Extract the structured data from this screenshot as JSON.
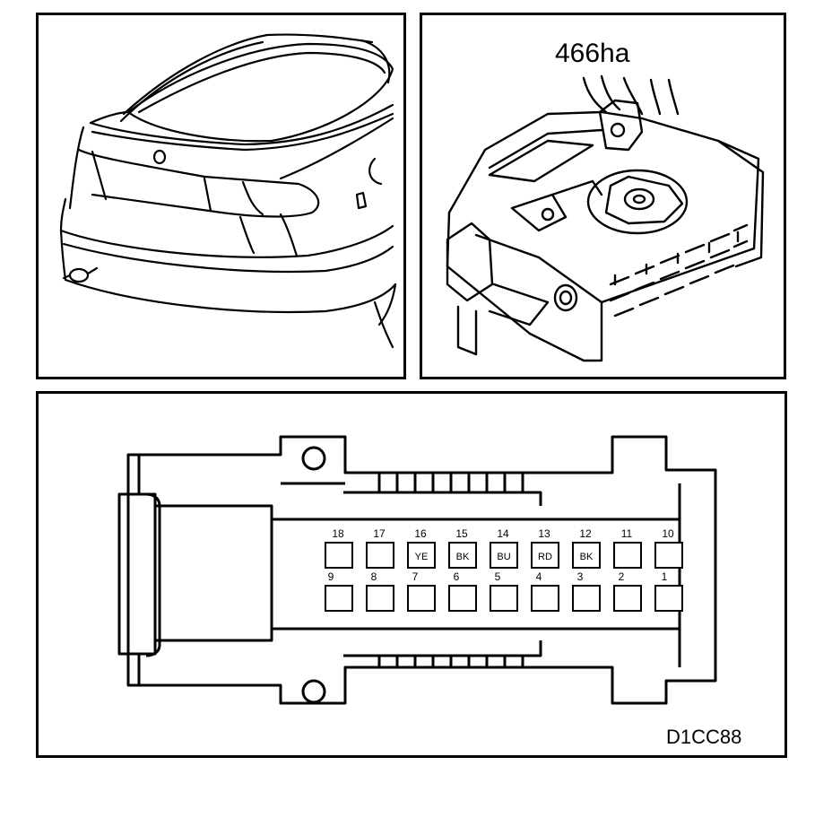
{
  "panels": {
    "car": {
      "name": "rear-of-car"
    },
    "plug": {
      "connector_code": "466ha"
    },
    "pinout": {
      "figure_code": "D1CC88",
      "top_row": [
        {
          "pin": "18",
          "wire": ""
        },
        {
          "pin": "17",
          "wire": ""
        },
        {
          "pin": "16",
          "wire": "YE"
        },
        {
          "pin": "15",
          "wire": "BK"
        },
        {
          "pin": "14",
          "wire": "BU"
        },
        {
          "pin": "13",
          "wire": "RD"
        },
        {
          "pin": "12",
          "wire": "BK"
        },
        {
          "pin": "11",
          "wire": ""
        },
        {
          "pin": "10",
          "wire": ""
        }
      ],
      "bottom_row": [
        {
          "pin": "9",
          "wire": ""
        },
        {
          "pin": "8",
          "wire": ""
        },
        {
          "pin": "7",
          "wire": ""
        },
        {
          "pin": "6",
          "wire": ""
        },
        {
          "pin": "5",
          "wire": ""
        },
        {
          "pin": "4",
          "wire": ""
        },
        {
          "pin": "3",
          "wire": ""
        },
        {
          "pin": "2",
          "wire": ""
        },
        {
          "pin": "1",
          "wire": ""
        }
      ]
    }
  }
}
